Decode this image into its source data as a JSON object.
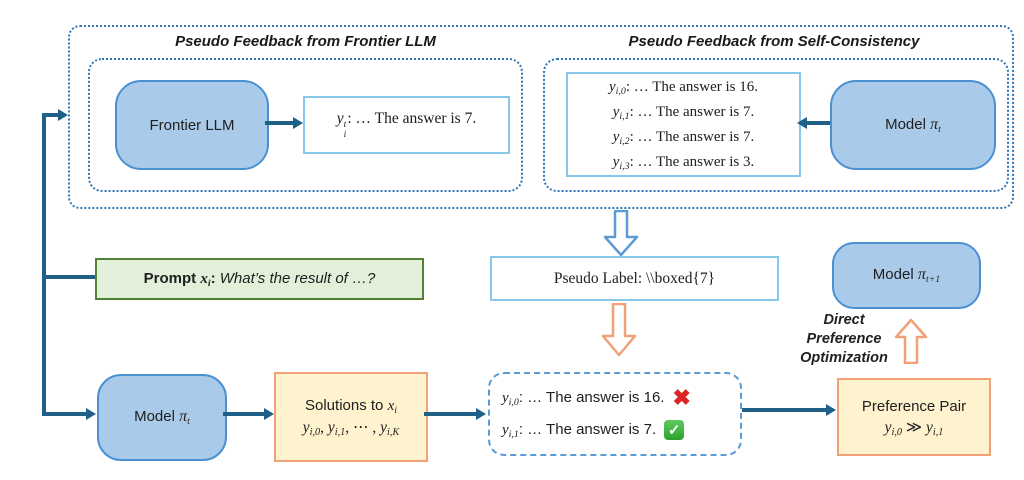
{
  "colors": {
    "flow_line": "#1e6088",
    "model_fill": "#a9cbe9",
    "model_border": "#4a90d2",
    "dotted_border": "#2e75b6",
    "dashdot_border": "#5b9bd5",
    "lightblue_border": "#86c7ea",
    "yellow_fill": "#fef3ce",
    "orange_border": "#f2a077",
    "green_fill": "#e2f0d9",
    "green_border": "#538135",
    "cross_red": "#dd2424",
    "check_green": "#2ca42c"
  },
  "top_section": {
    "frontier_panel": {
      "title": "Pseudo Feedback from Frontier LLM",
      "model_label": "Frontier LLM",
      "output": {
        "var": "y",
        "sup": "t",
        "sub": "i",
        "text": ": … The answer is 7."
      }
    },
    "self_consistency_panel": {
      "title": "Pseudo Feedback from Self-Consistency",
      "model": {
        "label": "Model ",
        "pi": "π",
        "sub": "t"
      },
      "samples": [
        {
          "var": "y",
          "sub": "i,0",
          "text": ": … The answer is 16."
        },
        {
          "var": "y",
          "sub": "i,1",
          "text": ": … The answer is 7."
        },
        {
          "var": "y",
          "sub": "i,2",
          "text": ": … The answer is 7."
        },
        {
          "var": "y",
          "sub": "i,3",
          "text": ": … The answer is 3."
        }
      ]
    }
  },
  "prompt_box": {
    "label": "Prompt ",
    "var": "x",
    "sub": "i",
    "colon": ":",
    "question": "What’s the result of …?"
  },
  "pseudo_label_box": {
    "text": "Pseudo Label: \\\\boxed{7}"
  },
  "model_next": {
    "label": "Model ",
    "pi": "π",
    "sub": "t+1"
  },
  "dpo_label": {
    "line1": "Direct",
    "line2": "Preference",
    "line3": "Optimization"
  },
  "bottom_section": {
    "model": {
      "label": "Model ",
      "pi": "π",
      "sub": "t"
    },
    "solutions_box": {
      "line1_prefix": "Solutions to ",
      "line1_var": "x",
      "line1_sub": "i",
      "line2": {
        "v1": "y",
        "s1": "i,0",
        "c1": ", ",
        "v2": "y",
        "s2": "i,1",
        "c2": ", ⋯ , ",
        "v3": "y",
        "s3": "i,K"
      }
    },
    "judge_box": {
      "rows": [
        {
          "var": "y",
          "sub": "i,0",
          "text": ": … The answer is 16.",
          "mark": "cross"
        },
        {
          "var": "y",
          "sub": "i,1",
          "text": ": … The answer is 7.",
          "mark": "check"
        }
      ]
    },
    "preference_box": {
      "title": "Preference Pair",
      "pair": {
        "v1": "y",
        "s1": "i,0",
        "rel": "≫",
        "v2": "y",
        "s2": "i,1"
      }
    }
  }
}
